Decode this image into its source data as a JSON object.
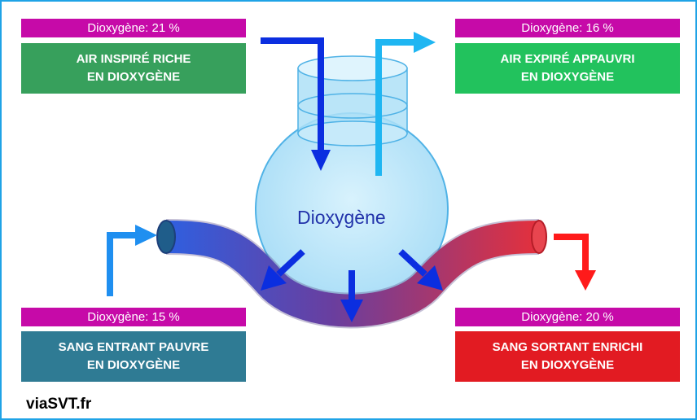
{
  "colors": {
    "frame": "#1fa3e6",
    "tag": "#c60aa8",
    "inspired_box": "#37a05c",
    "expired_box": "#22c25d",
    "entering_box": "#2f7b94",
    "exiting_box": "#e21b22",
    "arrow_blue": "#0b2ee0",
    "arrow_cyan": "#1fb6f2",
    "arrow_red": "#ff1a1a",
    "alveolus_fill": "#b9e6fb"
  },
  "icons": [
    "down-arrow-icon",
    "up-right-arrow-icon",
    "bent-arrow-icon"
  ],
  "alveolus_label": "Dioxygène",
  "boxes": {
    "inspired": {
      "tag": "Dioxygène: 21 %",
      "line1": "AIR INSPIRÉ RICHE",
      "line2": "EN DIOXYGÈNE"
    },
    "expired": {
      "tag": "Dioxygène: 16 %",
      "line1": "AIR EXPIRÉ APPAUVRI",
      "line2": "EN DIOXYGÈNE"
    },
    "entering": {
      "tag": "Dioxygène: 15 %",
      "line1": "SANG ENTRANT PAUVRE",
      "line2": "EN DIOXYGÈNE"
    },
    "exiting": {
      "tag": "Dioxygène: 20 %",
      "line1": "SANG SORTANT ENRICHI",
      "line2": "EN DIOXYGÈNE"
    }
  },
  "credit": "viaSVT.fr"
}
